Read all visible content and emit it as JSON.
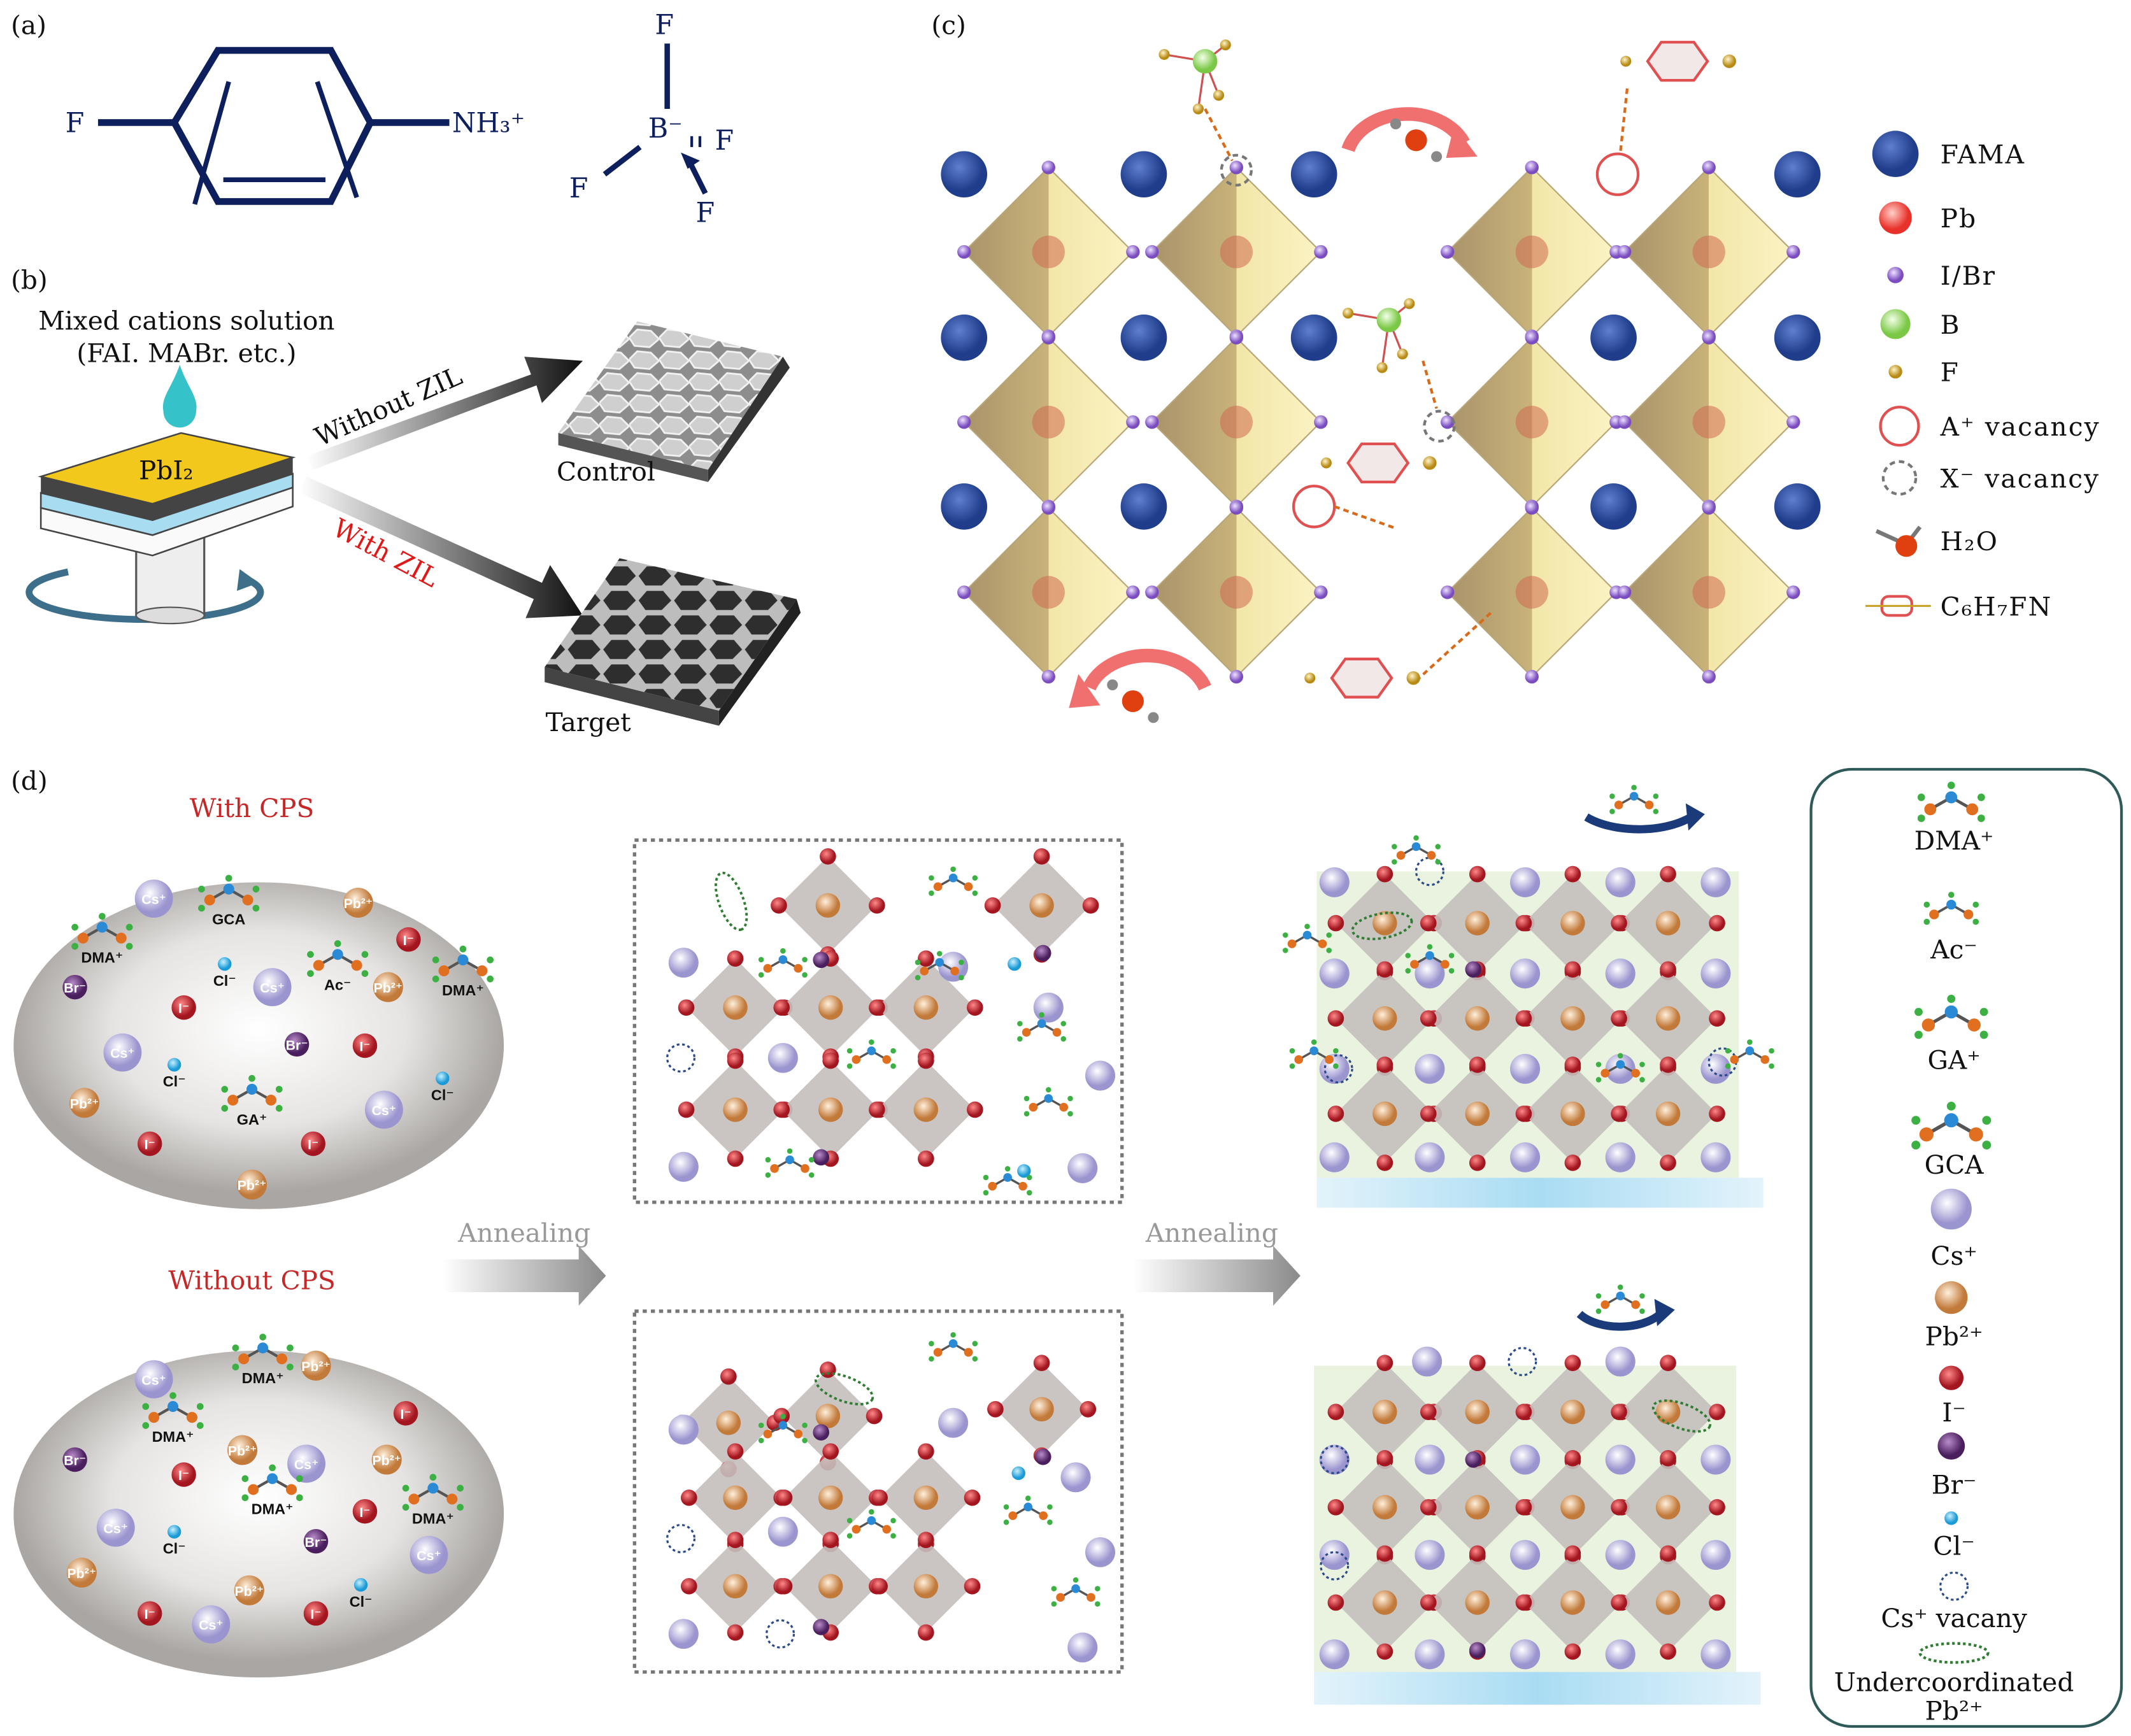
{
  "panels": {
    "a": {
      "label": "(a)",
      "cation": {
        "left_atom": "F",
        "right_group": "NH₃⁺"
      },
      "anion": {
        "center": "B⁻",
        "f_top": "F",
        "f_left": "F",
        "f_right": "F",
        "f_bottom": "F"
      }
    },
    "b": {
      "label": "(b)",
      "solution_line1": "Mixed cations solution",
      "solution_line2": "(FAI. MABr. etc.)",
      "layer_label": "PbI₂",
      "path_without": "Without ZIL",
      "path_with": "With ZIL",
      "film_control": "Control",
      "film_target": "Target"
    },
    "c": {
      "label": "(c)",
      "legend": [
        "FAMA",
        "Pb",
        "I/Br",
        "B",
        "F",
        "A⁺ vacancy",
        "X⁻ vacancy",
        "H₂O",
        "C₆H₇FN"
      ]
    },
    "d": {
      "label": "(d)",
      "with_cps": "With CPS",
      "without_cps": "Without CPS",
      "annealing_1": "Annealing",
      "annealing_2": "Annealing",
      "top_ions": [
        "Cs⁺",
        "Cs⁺",
        "Cs⁺",
        "Cs⁺",
        "Pb²⁺",
        "Pb²⁺",
        "Pb²⁺",
        "Pb²⁺",
        "I⁻",
        "I⁻",
        "I⁻",
        "I⁻",
        "I⁻",
        "Br⁻",
        "Br⁻",
        "Cl⁻",
        "Cl⁻",
        "Cl⁻",
        "DMA⁺",
        "DMA⁺",
        "GCA",
        "Ac⁻",
        "GA⁺"
      ],
      "bottom_ions": [
        "Cs⁺",
        "Cs⁺",
        "Cs⁺",
        "Cs⁺",
        "Cs⁺",
        "Pb²⁺",
        "Pb²⁺",
        "Pb²⁺",
        "Pb²⁺",
        "Pb²⁺",
        "I⁻",
        "I⁻",
        "I⁻",
        "I⁻",
        "I⁻",
        "Br⁻",
        "Br⁻",
        "Cl⁻",
        "Cl⁻",
        "DMA⁺",
        "DMA⁺",
        "DMA⁺",
        "DMA⁺"
      ],
      "legend": [
        "DMA⁺",
        "Ac⁻",
        "GA⁺",
        "GCA",
        "Cs⁺",
        "Pb²⁺",
        "I⁻",
        "Br⁻",
        "Cl⁻",
        "Cs⁺ vacany",
        "Undercoordinated",
        "Pb²⁺"
      ]
    }
  },
  "colors": {
    "navy": "#0d1f5c",
    "fama": "#2b4c9b",
    "pb_red": "#e8312a",
    "halide_purple": "#8a5cc7",
    "boron_green": "#8fd45a",
    "fluorine_gold": "#c9a227",
    "octa_tan": "#c9b37a",
    "cps_red": "#c62828",
    "iodide": "#b3202a",
    "cesium": "#b9b4de",
    "lead_ion": "#d89a5a"
  }
}
